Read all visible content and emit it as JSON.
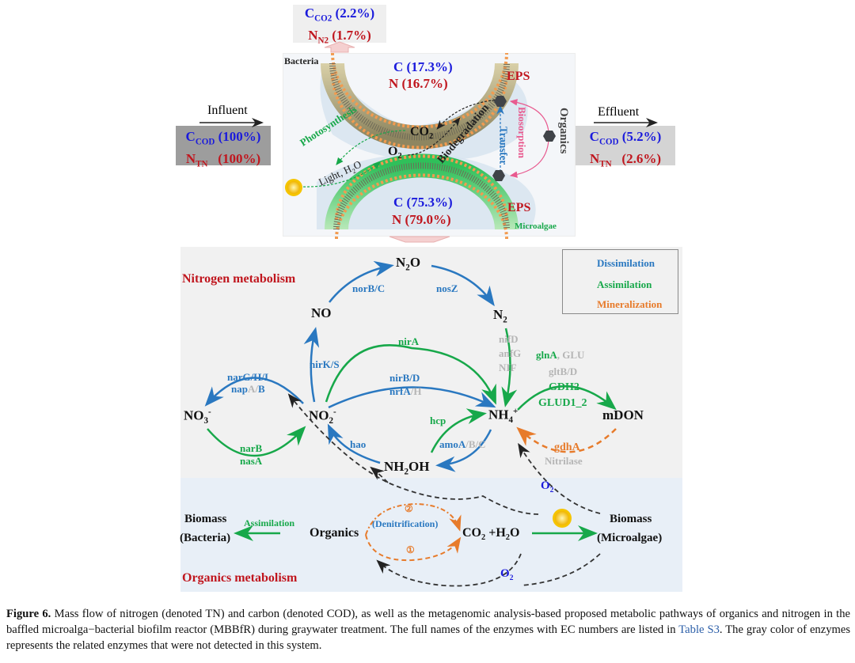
{
  "top_output": {
    "c_label": "C",
    "c_sub": "CO2",
    "c_value": "(2.2%)",
    "n_label": "N",
    "n_sub": "N2",
    "n_value": "(1.7%)"
  },
  "influent": {
    "label": "Influent",
    "c_label": "C",
    "c_sub": "COD",
    "c_value": "(100%)",
    "n_label": "N",
    "n_sub": "TN",
    "n_value": "(100%)"
  },
  "effluent": {
    "label": "Effluent",
    "c_label": "C",
    "c_sub": "COD",
    "c_value": "(5.2%)",
    "n_label": "N",
    "n_sub": "TN",
    "n_value": "(2.6%)"
  },
  "biofilm": {
    "bacteria_label": "Bacteria",
    "bacteria_c": "C (17.3%)",
    "bacteria_n": "N (16.7%)",
    "eps_top": "EPS",
    "microalgae_label": "Microalgae",
    "microalgae_c": "C (75.3%)",
    "microalgae_n": "N (79.0%)",
    "eps_bottom": "EPS",
    "co2": "CO",
    "co2_sub": "2",
    "o2": "O",
    "o2_sub": "2",
    "photosynthesis": "Photosynthesis",
    "light": "Light, H",
    "light_sub": "2",
    "light_end": "O",
    "biodegradation": "Biodegradation",
    "transfer": "Transfer",
    "biosorption": "Biosorption",
    "organics": "Organics"
  },
  "nitrogen": {
    "title": "Nitrogen metabolism",
    "legend": [
      {
        "label": "Dissimilation",
        "color": "#2a78c0",
        "style": "solid"
      },
      {
        "label": "Assimilation",
        "color": "#17a84a",
        "style": "solid"
      },
      {
        "label": "Mineralization",
        "color": "#e77b2b",
        "style": "dashed"
      }
    ],
    "species": {
      "n2o": "N",
      "n2o_sub": "2",
      "n2o_end": "O",
      "no": "NO",
      "n2": "N",
      "n2_sub": "2",
      "no3": "NO",
      "no3_sub": "3",
      "no3_sup": "-",
      "no2": "NO",
      "no2_sub": "2",
      "no2_sup": "-",
      "nh4": "NH",
      "nh4_sub": "4",
      "nh4_sup": "+",
      "nh2oh": "NH",
      "nh2oh_sub": "2",
      "nh2oh_end": "OH",
      "mdon": "mDON"
    },
    "enzymes": {
      "norBC": "norB/C",
      "nosZ": "nosZ",
      "nirA": "nirA",
      "nirKS": "nirK/S",
      "narGHI": "narG/H/I",
      "napAB_det": "nap",
      "napAB_nd": "A/",
      "napAB_det2": "B",
      "nirBD": "nirB/D",
      "nrfAH_det": "nrfA",
      "nrfAH_nd": "/H",
      "narB": "narB",
      "nasA": "nasA",
      "hao": "hao",
      "hcp": "hcp",
      "amo_det": "amoA",
      "amo_nd": "/B/C",
      "nifD": "nifD",
      "anfG": "anfG",
      "nif": "NIF",
      "glnA": "glnA",
      "glu": ", GLU",
      "gltBD": "gltB/D",
      "gdh2": "GDH2",
      "glud": "GLUD1_2",
      "gdhA": "gdhA",
      "nitrilase": "Nitrilase"
    }
  },
  "organics": {
    "title": "Organics metabolism",
    "biomass_bacteria": "Biomass",
    "biomass_bacteria_2": "(Bacteria)",
    "assimilation": "Assimilation",
    "organics": "Organics",
    "denitrification": "(Denitrification)",
    "circle2": "②",
    "circle1": "①",
    "co2h2o": "CO",
    "co2h2o_sub": "2",
    "co2h2o_mid": " +H",
    "co2h2o_sub2": "2",
    "co2h2o_end": "O",
    "biomass_microalgae": "Biomass",
    "biomass_microalgae_2": "(Microalgae)",
    "o2_top": "O",
    "o2_top_sub": "2",
    "o2_bottom": "O",
    "o2_bottom_sub": "2"
  },
  "caption": {
    "figure_label": "Figure 6.",
    "text_1": " Mass flow of nitrogen (denoted TN) and carbon (denoted COD), as well as the metagenomic analysis-based proposed metabolic pathways of organics and nitrogen in the baffled microalga−bacterial biofilm reactor (MBBfR) during graywater treatment. The full names of the enzymes with EC numbers are listed in ",
    "link": "Table S3",
    "text_2": ". The gray color of enzymes represents the related enzymes that were not detected in this system."
  }
}
